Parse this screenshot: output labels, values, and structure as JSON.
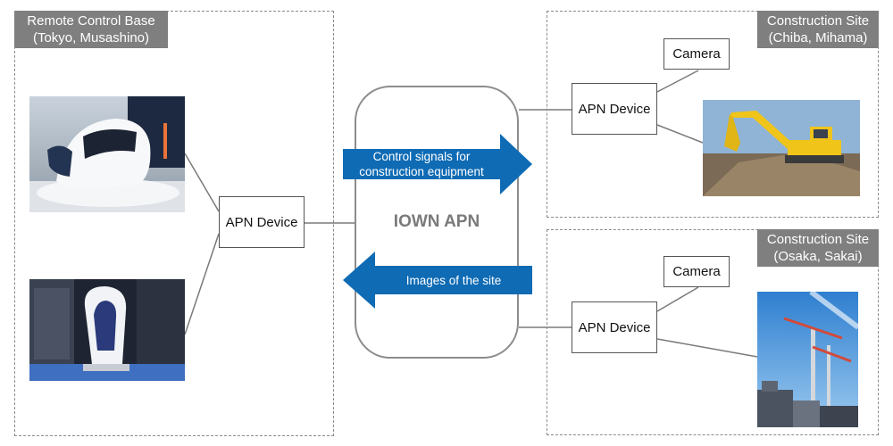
{
  "remote_base": {
    "label_line1": "Remote Control Base",
    "label_line2": "(Tokyo, Musashino)",
    "device": "APN Device"
  },
  "site_chiba": {
    "label_line1": "Construction Site",
    "label_line2": "(Chiba, Mihama)",
    "device": "APN Device",
    "camera": "Camera"
  },
  "site_osaka": {
    "label_line1": "Construction Site",
    "label_line2": "(Osaka, Sakai)",
    "device": "APN Device",
    "camera": "Camera"
  },
  "network": {
    "name": "IOWN APN"
  },
  "arrows": {
    "control_line1": "Control signals for",
    "control_line2": "construction equipment",
    "images": "Images of the site"
  },
  "colors": {
    "arrow_blue": "#0f6bb4",
    "label_bg": "#7f7f7f",
    "excavator_yellow": "#f0c419"
  }
}
